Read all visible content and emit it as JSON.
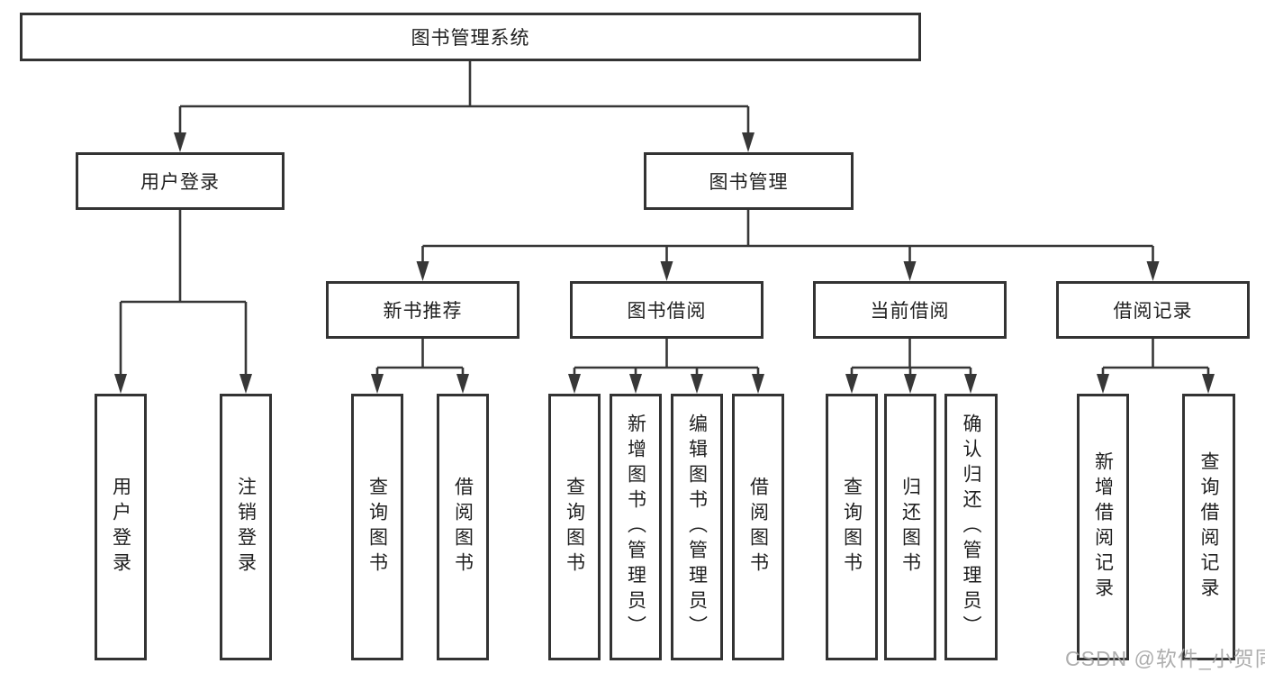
{
  "diagram": {
    "root": {
      "label": "图书管理系统"
    },
    "branches": [
      {
        "label": "用户登录",
        "children": [
          {
            "label": "用户登录"
          },
          {
            "label": "注销登录"
          }
        ]
      },
      {
        "label": "图书管理",
        "children": [
          {
            "label": "新书推荐",
            "children": [
              {
                "label": "查询图书"
              },
              {
                "label": "借阅图书"
              }
            ]
          },
          {
            "label": "图书借阅",
            "children": [
              {
                "label": "查询图书"
              },
              {
                "label": "新增图书（管理员）"
              },
              {
                "label": "编辑图书（管理员）"
              },
              {
                "label": "借阅图书"
              }
            ]
          },
          {
            "label": "当前借阅",
            "children": [
              {
                "label": "查询图书"
              },
              {
                "label": "归还图书"
              },
              {
                "label": "确认归还（管理员）"
              }
            ]
          },
          {
            "label": "借阅记录",
            "children": [
              {
                "label": "新增借阅记录"
              },
              {
                "label": "查询借阅记录"
              }
            ]
          }
        ]
      }
    ],
    "watermark": "CSDN @软件_小贺同学",
    "colors": {
      "line": "#373737",
      "box_border": "#333333",
      "box_fill": "#ffffff",
      "text": "#1f1f1f",
      "watermark": "#a5a5a5"
    }
  }
}
